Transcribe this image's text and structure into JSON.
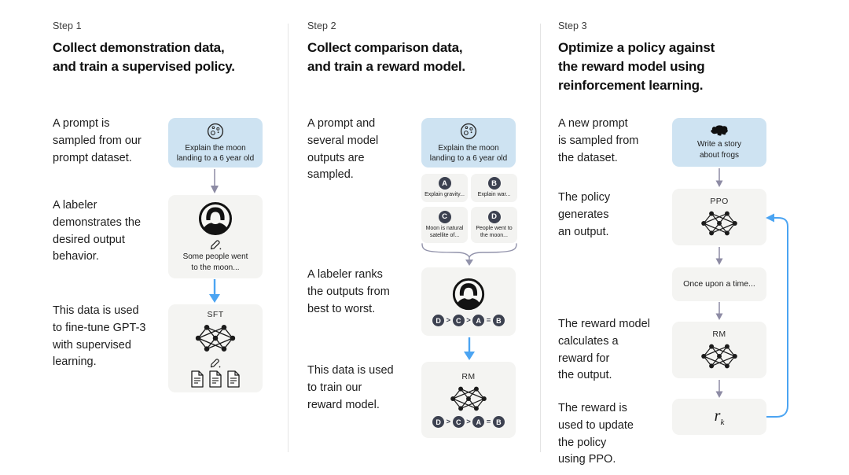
{
  "figure": {
    "colors": {
      "prompt_box_bg": "#cee3f2",
      "panel_bg": "#f4f4f2",
      "badge_bg": "#3c4150",
      "arrow_gray": "#8d8ba4",
      "arrow_blue": "#4ba4f2",
      "divider": "#e4e4e4"
    },
    "step1": {
      "label": "Step 1",
      "title": "Collect demonstration data,\nand train a supervised policy.",
      "caption_prompt": "A prompt is\nsampled from our\nprompt dataset.",
      "caption_labeler": "A labeler\ndemonstrates the\ndesired output\nbehavior.",
      "caption_finetune": "This data is used\nto fine-tune GPT-3\nwith supervised\nlearning.",
      "prompt_box_text": "Explain the moon\nlanding to a 6 year old",
      "labeler_box_text": "Some people went\nto the moon...",
      "sft_label": "SFT"
    },
    "step2": {
      "label": "Step 2",
      "title": "Collect comparison data,\nand train a reward model.",
      "caption_prompt": "A prompt and\nseveral model\noutputs are\nsampled.",
      "caption_rank": "A labeler ranks\nthe outputs from\nbest to worst.",
      "caption_train": "This data is used\nto train our\nreward model.",
      "prompt_box_text": "Explain the moon\nlanding to a 6 year old",
      "outputs": [
        {
          "badge": "A",
          "text": "Explain gravity..."
        },
        {
          "badge": "B",
          "text": "Explain war..."
        },
        {
          "badge": "C",
          "text": "Moon is natural\nsatellite of..."
        },
        {
          "badge": "D",
          "text": "People went to\nthe moon..."
        }
      ],
      "ranking": {
        "r1": "D",
        "s1": ">",
        "r2": "C",
        "s2": ">",
        "r3": "A",
        "s3": "=",
        "r4": "B"
      },
      "rm_label": "RM"
    },
    "step3": {
      "label": "Step 3",
      "title": "Optimize a policy against\nthe reward model using\nreinforcement learning.",
      "caption_prompt": "A new prompt\nis sampled from\nthe dataset.",
      "caption_policy": "The policy\ngenerates\nan output.",
      "caption_reward": "The reward model\ncalculates a\nreward for\nthe output.",
      "caption_update": "The reward is\nused to update\nthe policy\nusing PPO.",
      "prompt_box_text": "Write a story\nabout frogs",
      "ppo_label": "PPO",
      "output_box_text": "Once upon a time...",
      "rm_label": "RM",
      "reward_var": "r",
      "reward_sub": "k"
    }
  }
}
